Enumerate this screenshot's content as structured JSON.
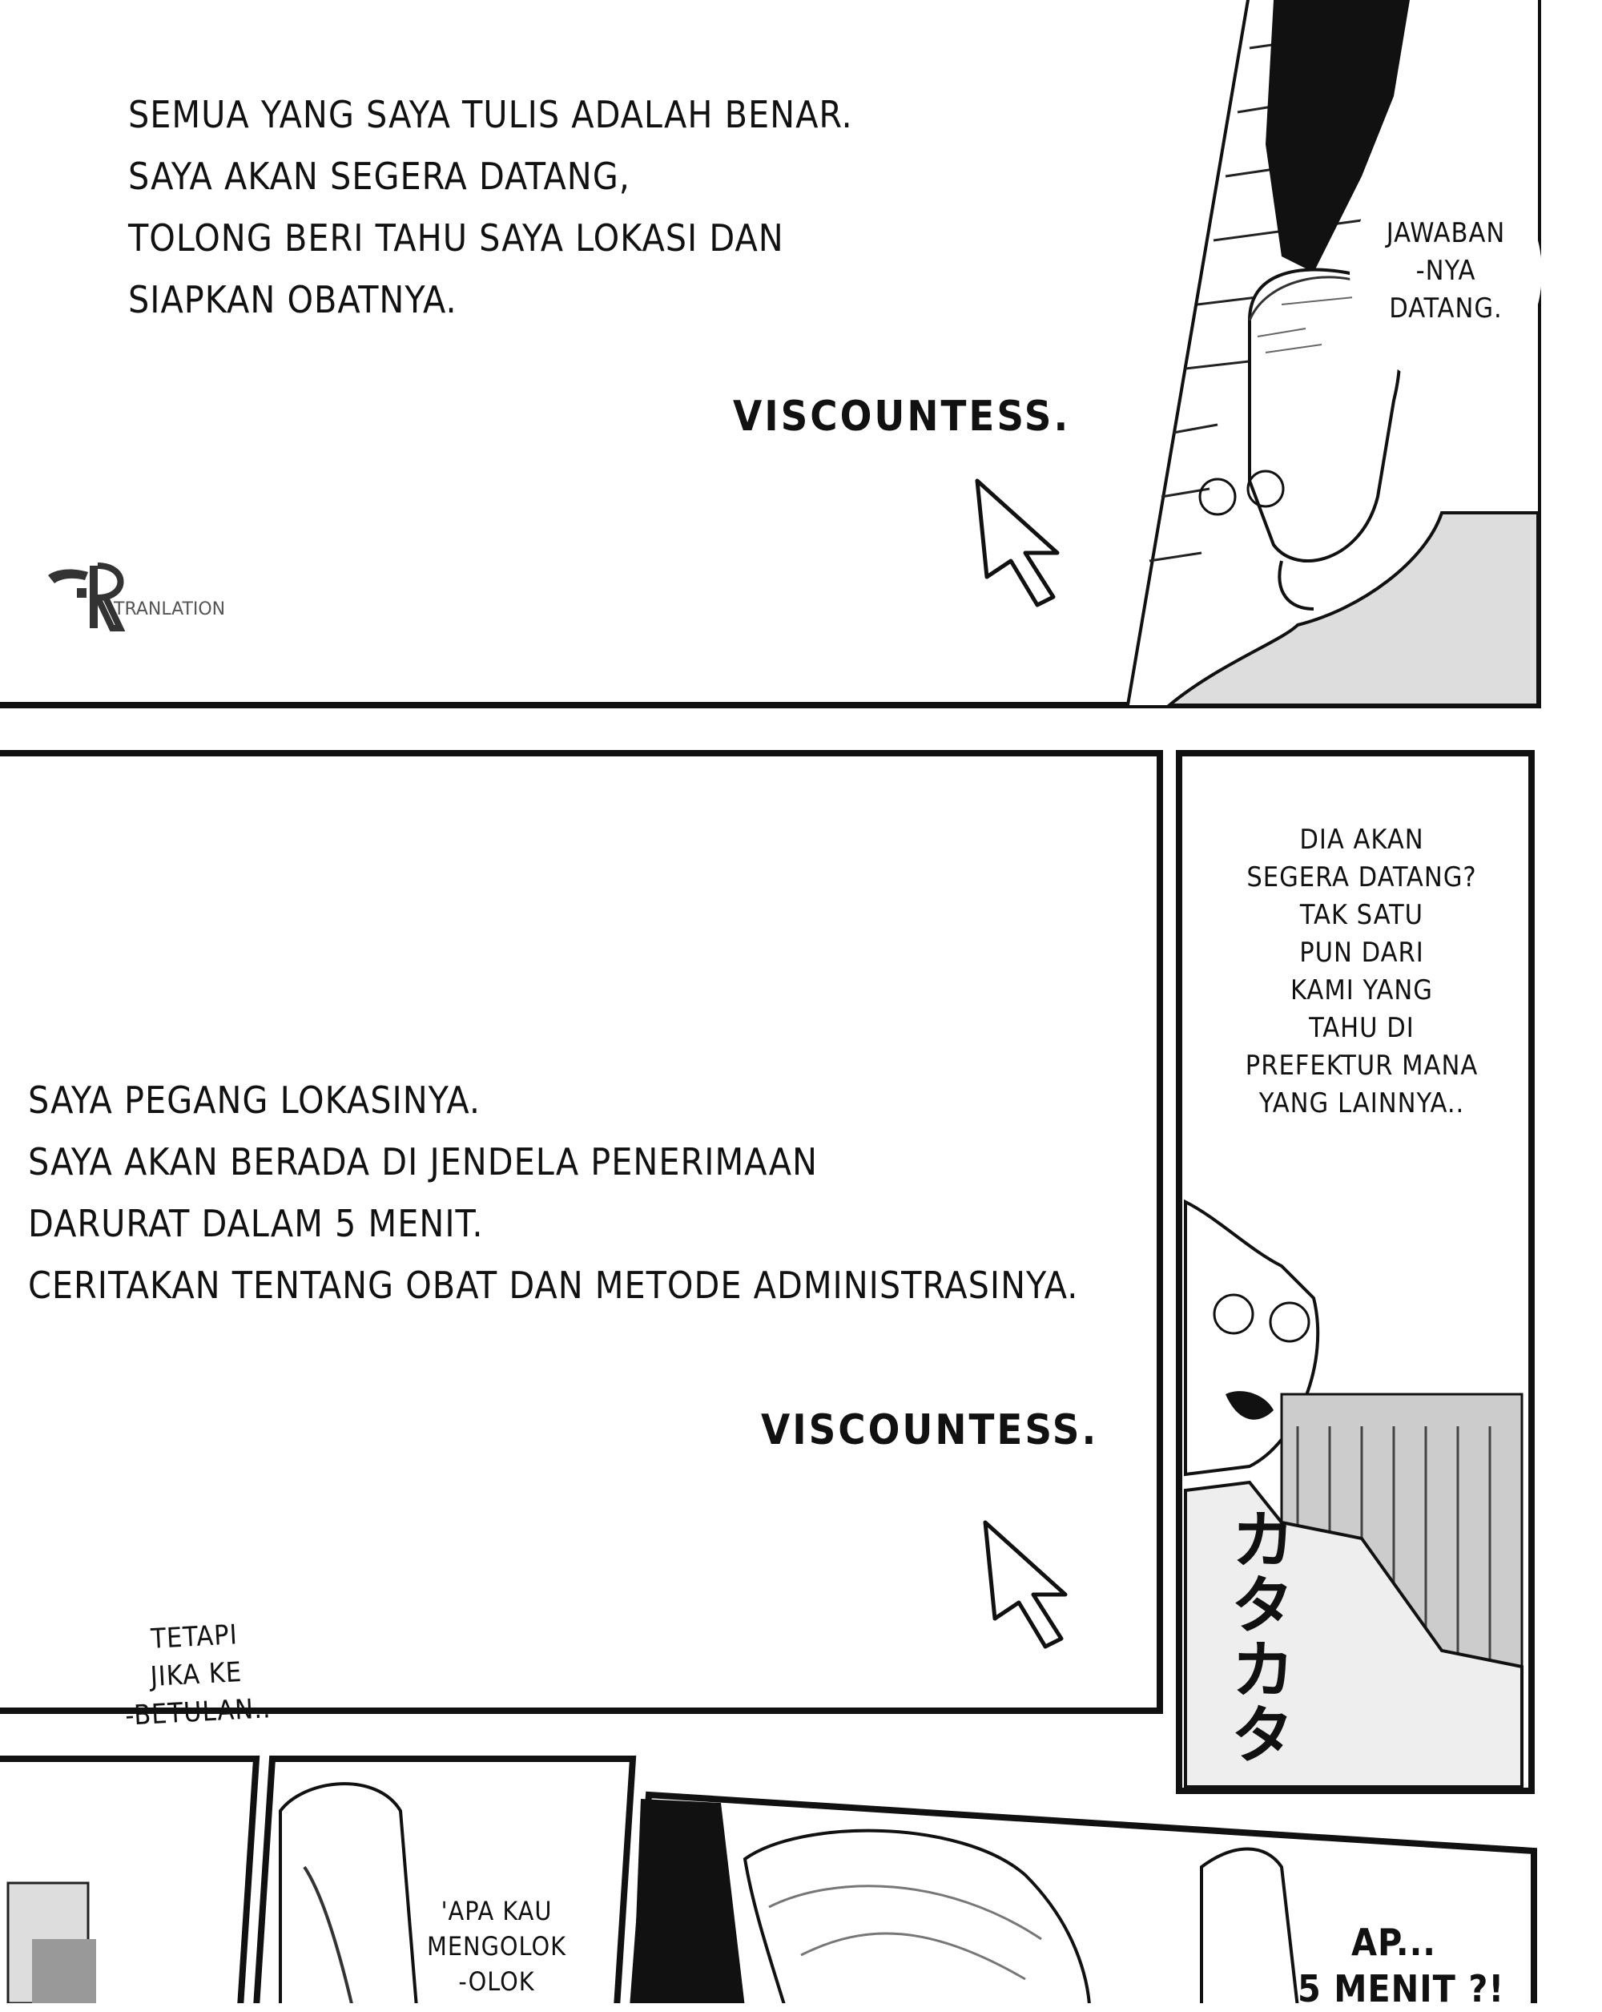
{
  "panel1": {
    "message_lines": [
      "Semua yang saya tulis adalah benar.",
      "Saya akan segera datang,",
      "tolong beri tahu saya lokasi dan",
      "siapkan obatnya."
    ],
    "signature": "VISCOUNTESS.",
    "bubble_lines": [
      "JAWABAN",
      "-NYA",
      "DATANG."
    ]
  },
  "watermark": {
    "text": "TRANLATION"
  },
  "panel2": {
    "message_lines": [
      "Saya pegang lokasinya.",
      "Saya akan berada di jendela penerimaan",
      "darurat dalam 5 menit.",
      "Ceritakan tentang obat dan metode administrasinya."
    ],
    "signature": "VISCOUNTESS.",
    "bubble_lines": [
      "DIA AKAN",
      "SEGERA DATANG?",
      "TAK SATU",
      "PUN DARI",
      "KAMI YANG",
      "TAHU DI",
      "PREFEKTUR MANA",
      "YANG LAINNYA.."
    ],
    "sfx": "カタカタ"
  },
  "panel3": {
    "bubble_left_lines": [
      "TETAPI",
      "JIKA KE",
      "-BETULAN.."
    ],
    "bubble_mid_lines": [
      "'APA KAU",
      "MENGOLOK",
      "-OLOK"
    ],
    "bubble_right_lines": [
      "AP...",
      "5 MENIT ?!"
    ]
  }
}
